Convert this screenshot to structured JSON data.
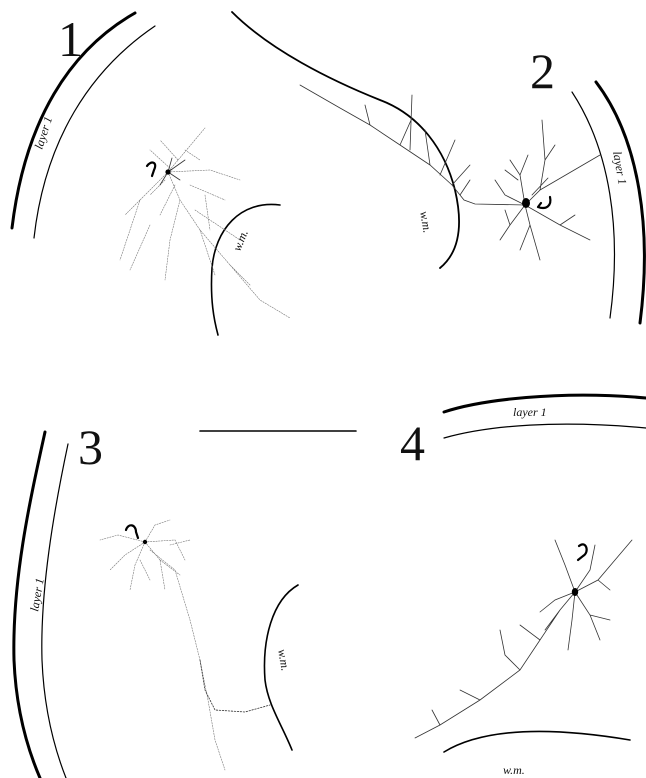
{
  "panels": [
    {
      "number": "1",
      "layer_label": "layer 1",
      "wm_label": "w.m."
    },
    {
      "number": "2",
      "layer_label": "layer 1",
      "wm_label": "w.m."
    },
    {
      "number": "3",
      "layer_label": "layer 1",
      "wm_label": "w.m."
    },
    {
      "number": "4",
      "layer_label": "layer 1",
      "wm_label": "w.m."
    }
  ],
  "colors": {
    "ink": "#000000",
    "background": "#ffffff"
  }
}
